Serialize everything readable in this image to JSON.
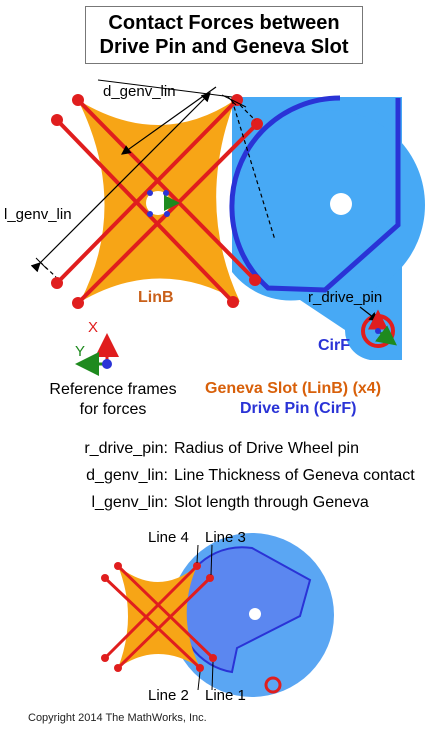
{
  "title": {
    "line1": "Contact Forces between",
    "line2": "Drive Pin and Geneva Slot"
  },
  "top_diagram": {
    "dimension_labels": {
      "d_genv_lin": "d_genv_lin",
      "l_genv_lin": "l_genv_lin",
      "r_drive_pin": "r_drive_pin"
    },
    "frame_labels": {
      "linb": "LinB",
      "cirf": "CirF"
    },
    "axis_labels": {
      "x": "X",
      "y": "Y"
    }
  },
  "reference_text": {
    "line1": "Reference frames",
    "line2": "for forces"
  },
  "legend": {
    "geneva": "Geneva Slot (LinB) (x4)",
    "drive_pin": "Drive Pin (CirF)"
  },
  "definitions": [
    {
      "key": "r_drive_pin:",
      "desc": "Radius of Drive Wheel pin"
    },
    {
      "key": "d_genv_lin:",
      "desc": "Line Thickness of Geneva contact"
    },
    {
      "key": "l_genv_lin:",
      "desc": "Slot length through Geneva"
    }
  ],
  "bottom_diagram": {
    "line_labels": {
      "line4": "Line 4",
      "line3": "Line 3",
      "line2": "Line 2",
      "line1": "Line 1"
    }
  },
  "copyright": "Copyright 2014 The MathWorks, Inc.",
  "colors": {
    "geneva_orange": "#f7a516",
    "slot_red": "#e01e1e",
    "wheel_blue": "#47a9f5",
    "wheel_outline": "#2a33d6",
    "bottom_wheel": "#5aa6f3",
    "linb_text": "#c9601a",
    "cirf_text": "#2a33d6",
    "axis_red": "#e01e1e",
    "axis_blue": "#2a33d6",
    "axis_green": "#1e8a1e"
  }
}
